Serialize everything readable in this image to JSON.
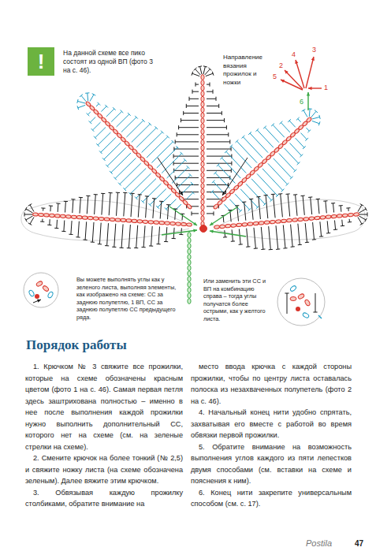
{
  "diagram": {
    "title": "Порядок работы",
    "nodes": [
      {
        "text": [
          "!"
        ]
      }
    ],
    "labels": [
      "На данной схеме все пико состоят из одной ВП (фото 3 на с. 46).",
      "Направление вязания прожилок и ножки",
      "3",
      "4",
      "2",
      "5",
      "1",
      "6",
      "Вы можете выполнять углы как у зеленого листа, выполняя элементы, как изображено на схеме: СС за заднюю полупетлю, 1 ВП, СС за заднюю полупетлю СС предыдущего ряда.",
      "Или заменить эти СС и ВП на комбинацию справа – тогда углы получатся более острыми, как у желтого листа.",
      "1. Крючком № 3 свяжите все прожилки, которые на схеме обозначены красным цветом (фото 1 на с. 46). Самая первая петля здесь заштрихована полностью – именно в нее после выполнения каждой прожилки нужно выполнить дополнительный СС, которого нет на схеме (см. на зеленые стрелки на схеме).",
      "2. Смените крючок на более тонкий (№ 2,5) и свяжите ножку листа (на схеме обозначена зеленым). Далее вяжите этим крючком.",
      "3. Обвязывая каждую прожилку столбиками, обратите внимание на",
      "место ввода крючка с каждой стороны прожилки, чтобы по центру листа оставалась полоска из незахваченных полупетель (фото 2 на с. 46).",
      "4. Начальный конец нити удобно спрятать, захватывая его вместе с работой во время обвязки первой прожилки.",
      "5. Обратите внимание на возможность выполнения углов каждого из пяти лепестков двумя способами (см. вставки на схеме и пояснения к ним).",
      "6. Конец нити закрепите универсальным способом (см. с. 17).",
      "47",
      "Postila"
    ]
  }
}
